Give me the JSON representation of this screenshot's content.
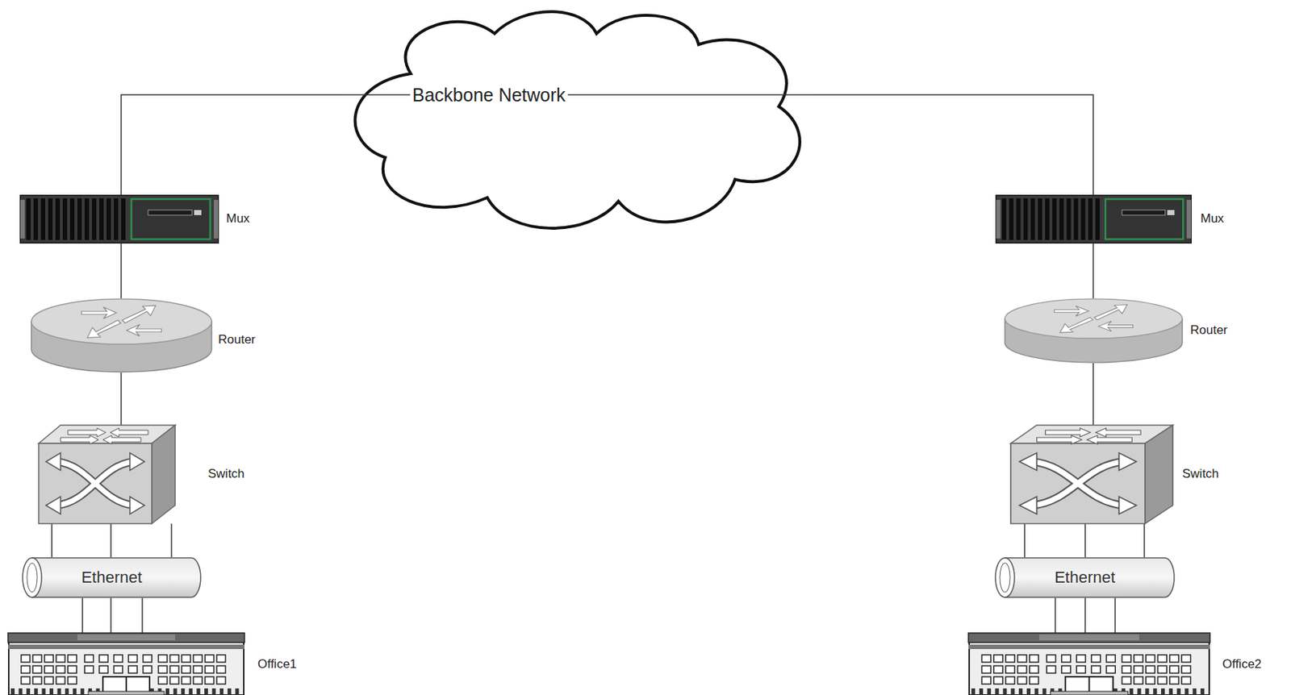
{
  "diagram": {
    "nodes": [
      {
        "text": [
          "Backbone Network"
        ]
      },
      {
        "text": [
          "Mux"
        ]
      },
      {
        "text": [
          "Mux"
        ]
      },
      {
        "text": [
          "Router"
        ]
      },
      {
        "text": [
          "Router"
        ]
      },
      {
        "text": [
          "Switch"
        ]
      },
      {
        "text": [
          "Switch"
        ]
      },
      {
        "text": [
          "Ethernet"
        ]
      },
      {
        "text": [
          "Ethernet"
        ]
      },
      {
        "text": [
          "Office1"
        ]
      },
      {
        "text": [
          "Office2"
        ]
      }
    ],
    "edges": [
      {
        "from": 0,
        "to": 1,
        "arrow": "none"
      },
      {
        "from": 0,
        "to": 2,
        "arrow": "none"
      },
      {
        "from": 1,
        "to": 3,
        "arrow": "none"
      },
      {
        "from": 2,
        "to": 4,
        "arrow": "none"
      },
      {
        "from": 3,
        "to": 5,
        "arrow": "none"
      },
      {
        "from": 4,
        "to": 6,
        "arrow": "none"
      },
      {
        "from": 5,
        "to": 7,
        "arrow": "none"
      },
      {
        "from": 5,
        "to": 7,
        "arrow": "none"
      },
      {
        "from": 5,
        "to": 7,
        "arrow": "none"
      },
      {
        "from": 6,
        "to": 8,
        "arrow": "none"
      },
      {
        "from": 6,
        "to": 8,
        "arrow": "none"
      },
      {
        "from": 6,
        "to": 8,
        "arrow": "none"
      },
      {
        "from": 7,
        "to": 9,
        "arrow": "none"
      },
      {
        "from": 7,
        "to": 9,
        "arrow": "none"
      },
      {
        "from": 7,
        "to": 9,
        "arrow": "none"
      },
      {
        "from": 8,
        "to": 10,
        "arrow": "none"
      },
      {
        "from": 8,
        "to": 10,
        "arrow": "none"
      },
      {
        "from": 8,
        "to": 10,
        "arrow": "none"
      }
    ]
  }
}
